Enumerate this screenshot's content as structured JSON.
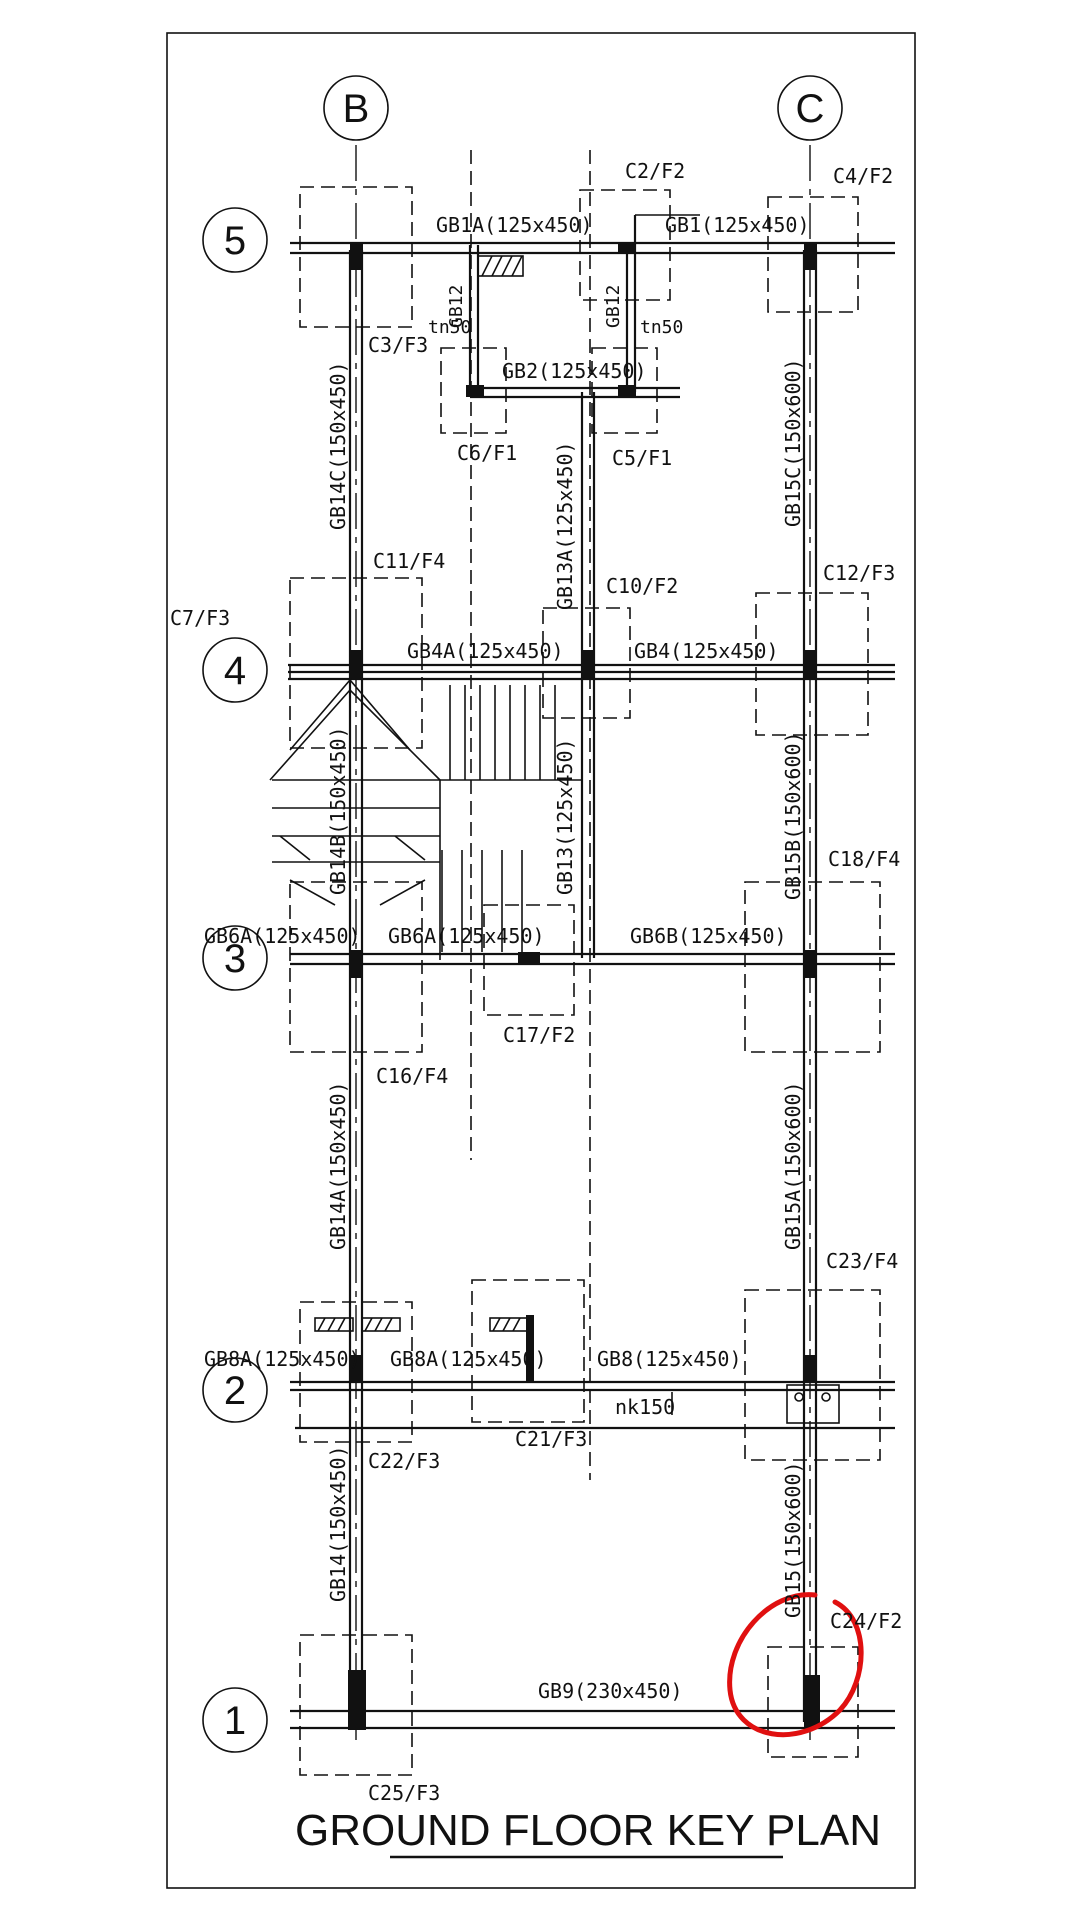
{
  "title": "GROUND FLOOR KEY PLAN",
  "grid_letters": [
    "B",
    "C"
  ],
  "grid_numbers": [
    "5",
    "4",
    "3",
    "2",
    "1"
  ],
  "beams": {
    "gb1a": "GB1A(125x450)",
    "gb1": "GB1(125x450)",
    "gb12_left": "GB12",
    "gb12_right": "GB12",
    "tn50_left": "tn50",
    "tn50_right": "tn50",
    "gb2": "GB2(125x450)",
    "gb14c": "GB14C(150x450)",
    "gb15c": "GB15C(150x600)",
    "gb13a": "GB13A(125x450)",
    "gb4a": "GB4A(125x450)",
    "gb4": "GB4(125x450)",
    "gb14b": "GB14B(150x450)",
    "gb13": "GB13(125x450)",
    "gb15b": "GB15B(150x600)",
    "gb6a_left": "GB6A(125x450)",
    "gb6a_mid": "GB6A(125x450)",
    "gb6b": "GB6B(125x450)",
    "gb14a": "GB14A(150x450)",
    "gb15a": "GB15A(150x600)",
    "gb8a_left": "GB8A(125x450)",
    "gb8a_mid": "GB8A(125x450)",
    "gb8": "GB8(125x450)",
    "nk150": "nk150",
    "gb14": "GB14(150x450)",
    "gb15": "GB15(150x600)",
    "gb9": "GB9(230x450)"
  },
  "columns": {
    "c2": "C2/F2",
    "c4": "C4/F2",
    "c3": "C3/F3",
    "c6": "C6/F1",
    "c5": "C5/F1",
    "c11": "C11/F4",
    "c10": "C10/F2",
    "c12": "C12/F3",
    "c7": "C7/F3",
    "c18": "C18/F4",
    "c17": "C17/F2",
    "c16": "C16/F4",
    "c23": "C23/F4",
    "c21": "C21/F3",
    "c22": "C22/F3",
    "c24": "C24/F2",
    "c25": "C25/F3"
  },
  "colors": {
    "ink": "#111111",
    "markup": "#e01010",
    "background": "#ffffff"
  }
}
